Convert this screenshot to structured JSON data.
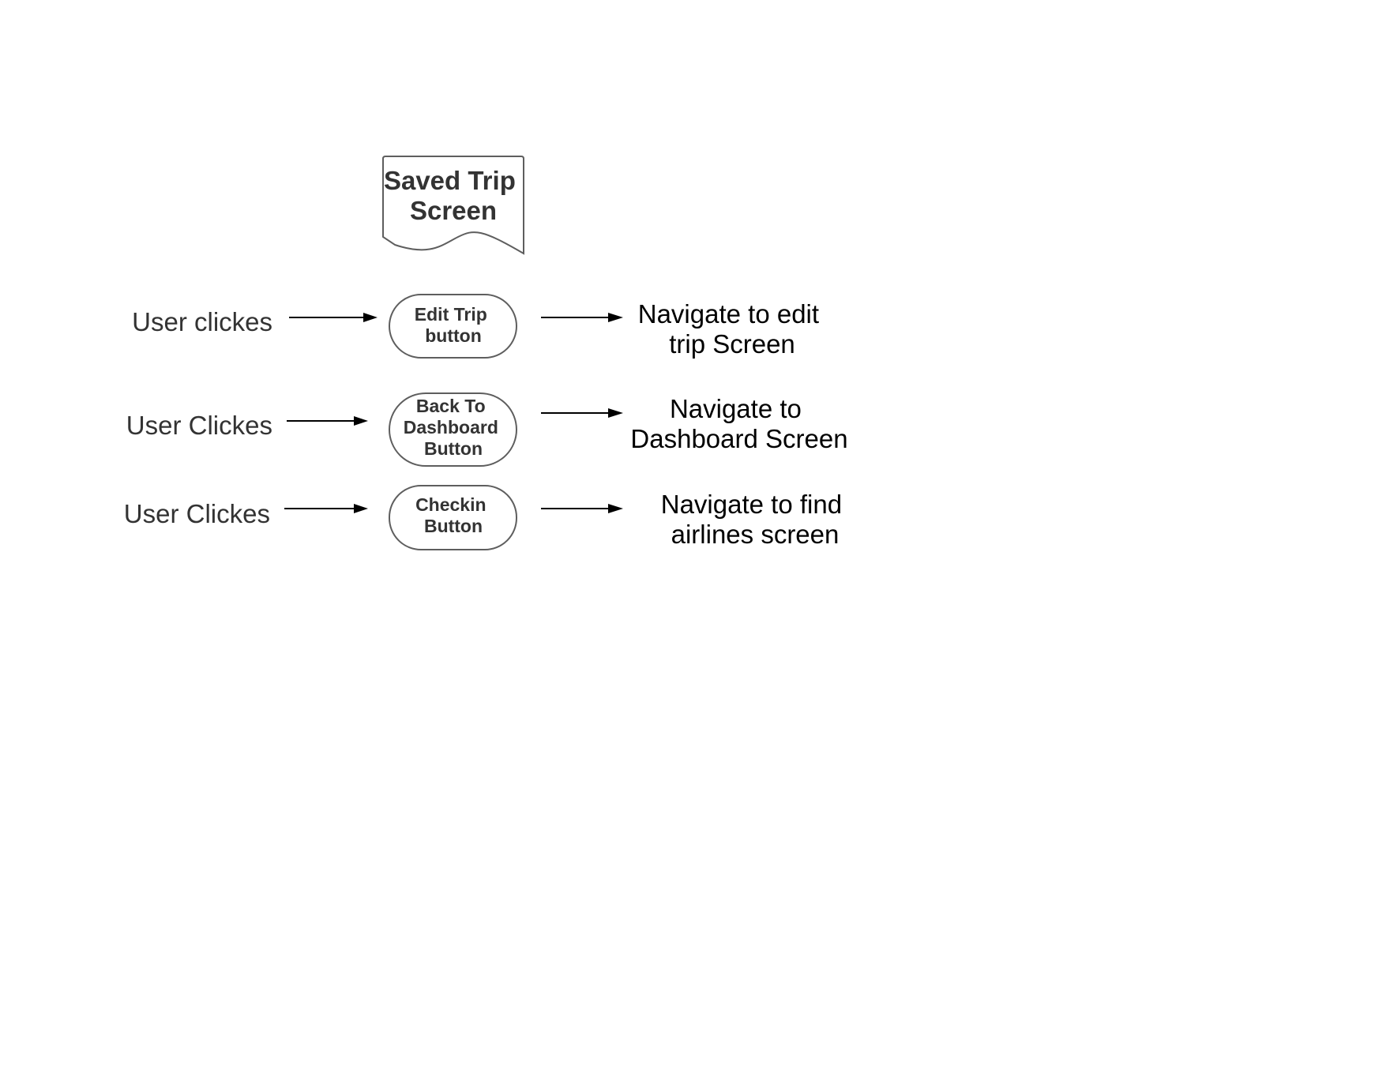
{
  "diagram": {
    "title_node": {
      "lines": [
        "Saved Trip",
        "Screen"
      ]
    },
    "rows": [
      {
        "action": "User clickes",
        "button_lines": [
          "Edit Trip",
          "button"
        ],
        "result_lines": [
          "Navigate to edit",
          "trip Screen"
        ]
      },
      {
        "action": "User Clickes",
        "button_lines": [
          "Back To",
          "Dashboard",
          "Button"
        ],
        "result_lines": [
          "Navigate to",
          "Dashboard Screen"
        ]
      },
      {
        "action": "User Clickes",
        "button_lines": [
          "Checkin",
          "Button"
        ],
        "result_lines": [
          "Navigate to find",
          "airlines screen"
        ]
      }
    ]
  }
}
